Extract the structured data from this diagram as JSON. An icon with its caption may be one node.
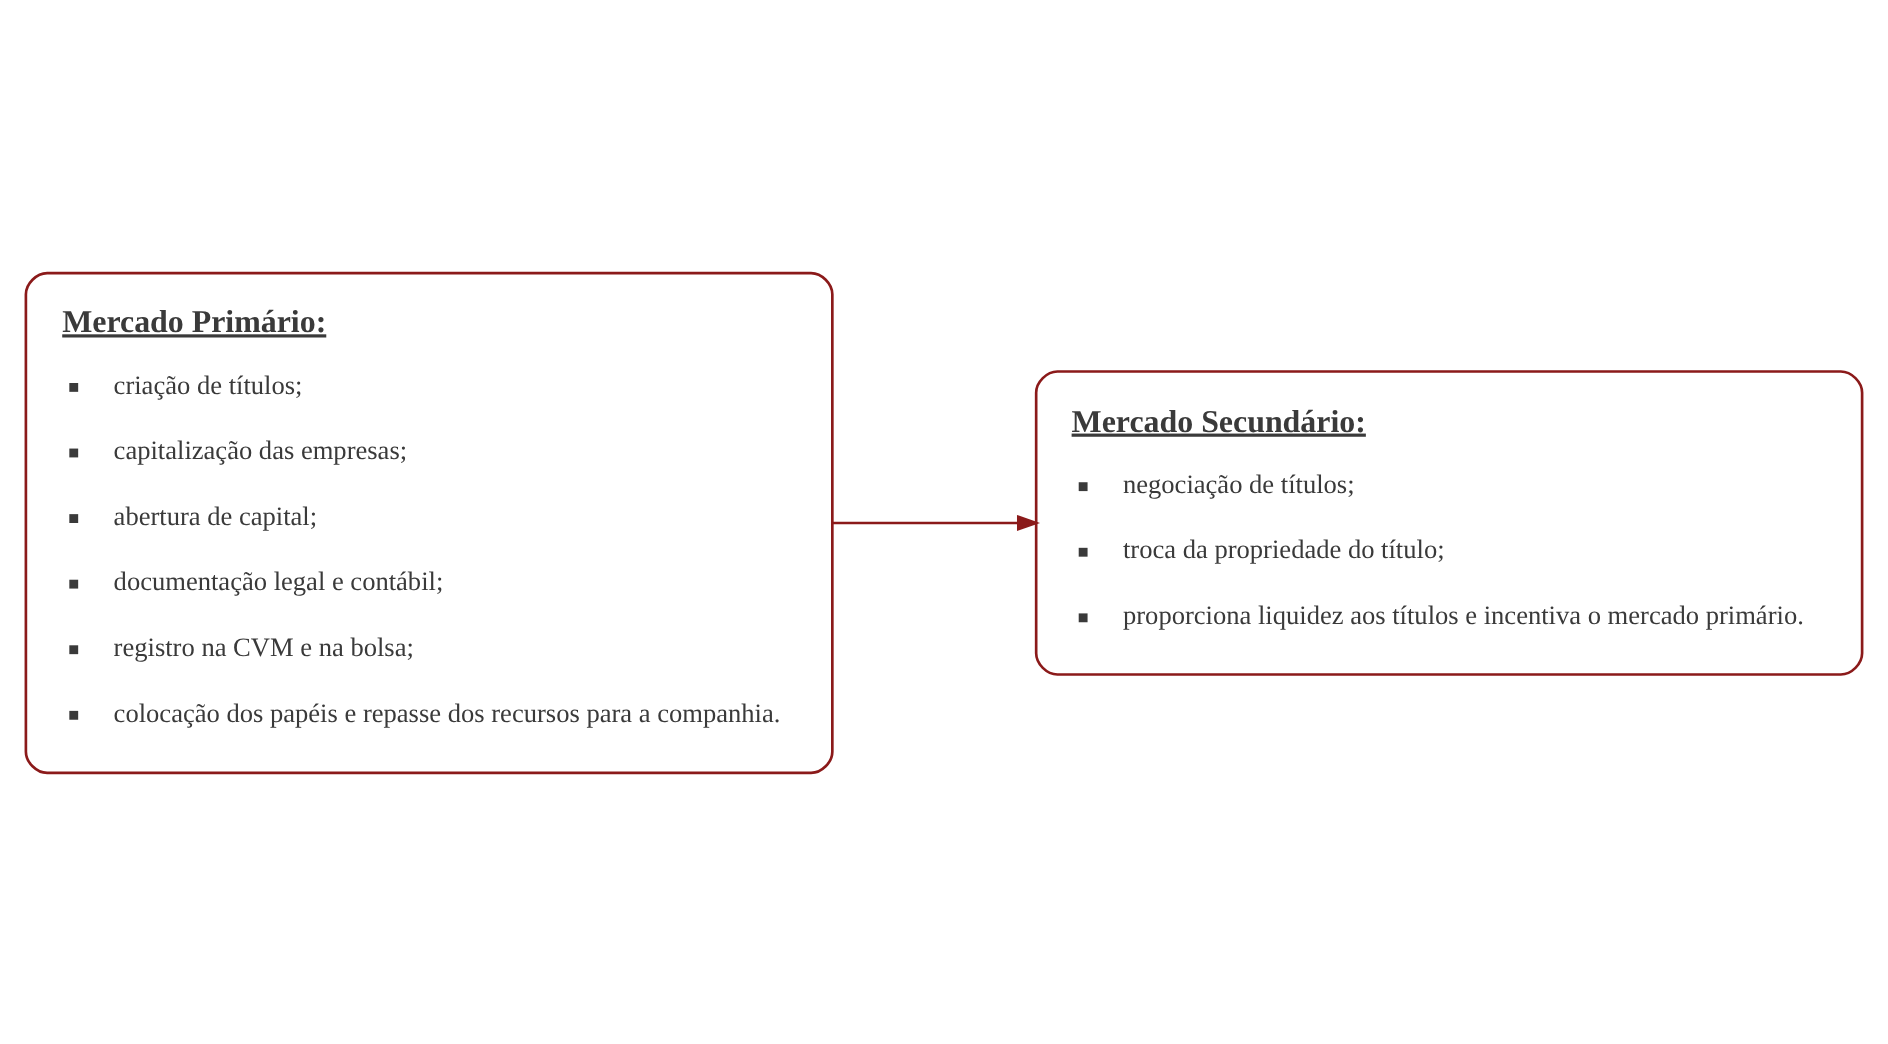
{
  "diagram": {
    "nodes": [
      {
        "text": [
          "Mercado Primário:",
          "criação de títulos;",
          "capitalização das empresas;",
          "abertura de capital;",
          "documentação legal e contábil;",
          "registro na CVM e na bolsa;",
          "colocação dos papéis e repasse dos recursos para a companhia."
        ]
      },
      {
        "text": [
          "Mercado Secundário:",
          "negociação de títulos;",
          "troca da propriedade do título;",
          "proporciona liquidez aos títulos e incentiva o mercado primário."
        ]
      }
    ],
    "edges": [
      {
        "from": 0,
        "to": 1,
        "arrow": "to"
      }
    ]
  }
}
